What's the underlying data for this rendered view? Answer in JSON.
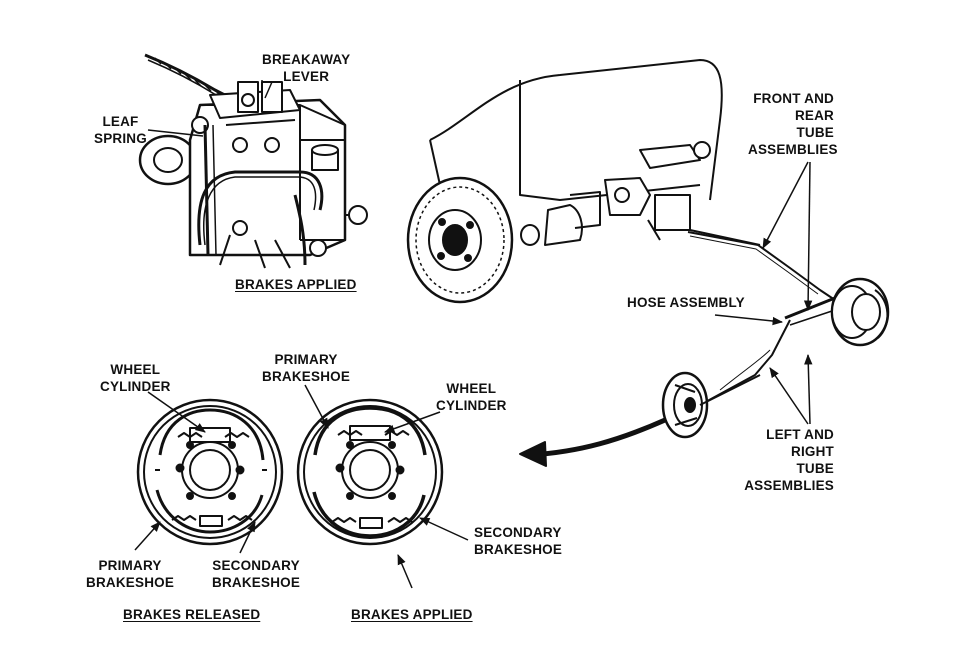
{
  "labels": {
    "breakaway_lever": [
      "BREAKAWAY",
      "LEVER"
    ],
    "leaf_spring": [
      "LEAF",
      "SPRING"
    ],
    "brakes_applied_top": "BRAKES APPLIED",
    "front_rear_tubes": [
      "FRONT AND",
      "REAR",
      "TUBE",
      "ASSEMBLIES"
    ],
    "hose_assembly": "HOSE ASSEMBLY",
    "left_right_tubes": [
      "LEFT AND",
      "RIGHT",
      "TUBE",
      "ASSEMBLIES"
    ],
    "wheel_cylinder_left": [
      "WHEEL",
      "CYLINDER"
    ],
    "primary_brakeshoe_top": [
      "PRIMARY",
      "BRAKESHOE"
    ],
    "wheel_cylinder_right": [
      "WHEEL",
      "CYLINDER"
    ],
    "secondary_brakeshoe_right": [
      "SECONDARY",
      "BRAKESHOE"
    ],
    "primary_brakeshoe_bottom": [
      "PRIMARY",
      "BRAKESHOE"
    ],
    "secondary_brakeshoe_bottom": [
      "SECONDARY",
      "BRAKESHOE"
    ],
    "brakes_released": "BRAKES RELEASED",
    "brakes_applied_bottom": "BRAKES APPLIED"
  }
}
